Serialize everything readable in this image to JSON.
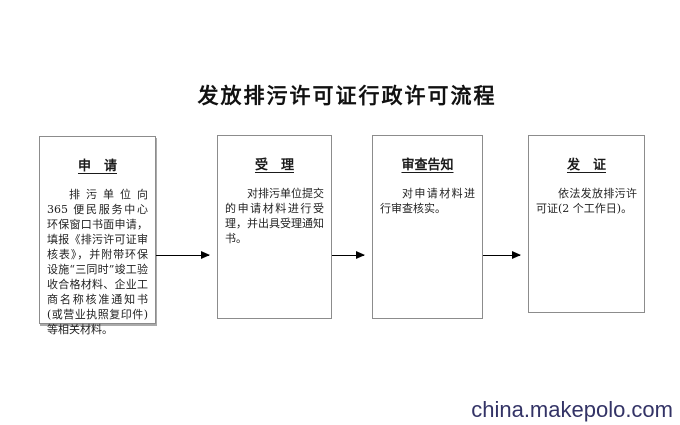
{
  "page": {
    "title": "发放排污许可证行政许可流程",
    "watermark": "china.makepolo.com"
  },
  "flowchart": {
    "steps": [
      {
        "title": "申　请",
        "body": "排污单位向 365 便民服务中心环保窗口书面申请，填报《排污许可证审核表》，并附带环保设施“三同时”竣工验收合格材料、企业工商名称核准通知书(或营业执照复印件)等相关材料。"
      },
      {
        "title": "受　理",
        "body": "对排污单位提交的申请材料进行受理，并出具受理通知书。"
      },
      {
        "title": "审查告知",
        "body": "对申请材料进行审查核实。"
      },
      {
        "title": "发　证",
        "body": "依法发放排污许可证(2 个工作日)。"
      }
    ],
    "colors": {
      "box_border": "#8c8c8c",
      "arrow": "#000000",
      "title_text": "#111111",
      "body_text": "#222222",
      "watermark_text": "#333366"
    }
  }
}
